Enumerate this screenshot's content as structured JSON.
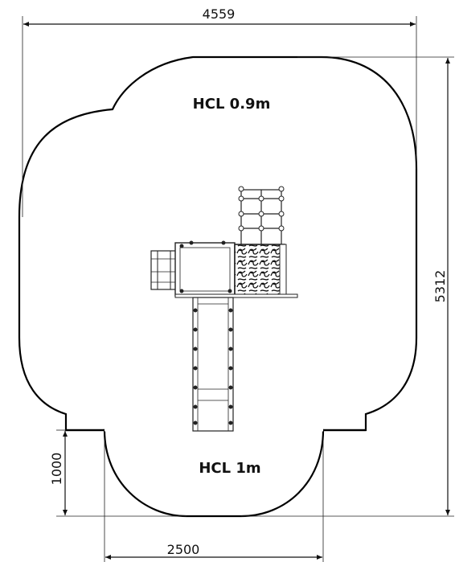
{
  "dimensions": {
    "total_width": "4559",
    "total_height": "5312",
    "extension_depth": "1000",
    "extension_width": "2500"
  },
  "zones": {
    "main_zone_label": "HCL 0.9m",
    "extension_zone_label": "HCL 1m"
  }
}
